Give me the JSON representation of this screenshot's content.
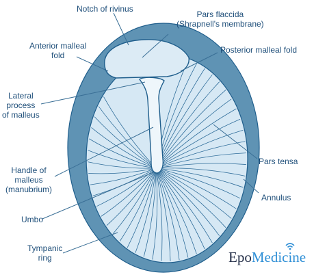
{
  "labels": {
    "notch_of_rivinus": "Notch of rivinus",
    "pars_flaccida": "Pars flaccida\n(Shrapnell's membrane)",
    "anterior_malleal_fold": "Anterior malleal\nfold",
    "posterior_malleal_fold": "Posterior malleal fold",
    "lateral_process": "Lateral\nprocess\nof malleus",
    "handle_of_malleus": "Handle of\nmalleus\n(manubrium)",
    "umbo": "Umbo",
    "tympanic_ring": "Tympanic\nring",
    "pars_tensa": "Pars tensa",
    "annulus": "Annulus"
  },
  "brand": {
    "part1": "Epo",
    "part2": "Medicine",
    "icon": "wifi-signal-icon",
    "color1": "#1f2a44",
    "color2": "#2f8fd6"
  },
  "colors": {
    "ring": "#5f93b4",
    "membrane": "#d6e8f4",
    "flaccida": "#dcebf5",
    "stroke": "#1f5e8c",
    "label": "#1f4f7a",
    "leader": "#3a6f96"
  }
}
